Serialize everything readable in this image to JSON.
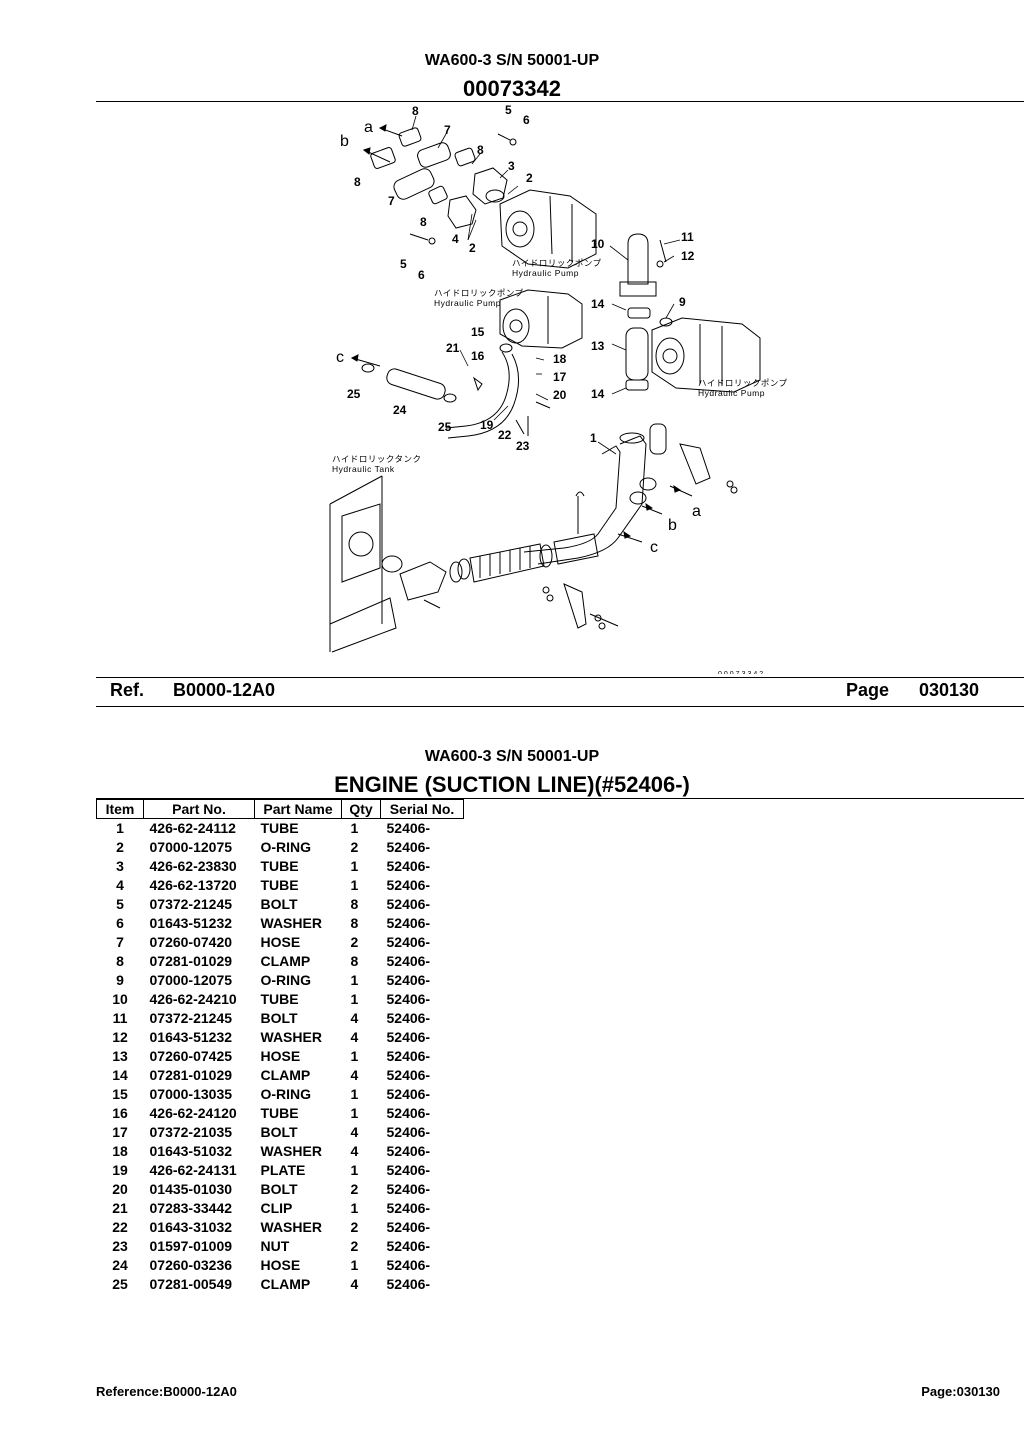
{
  "header": {
    "model": "WA600-3 S/N 50001-UP",
    "illustration_no": "00073342"
  },
  "diagram": {
    "caption_code": "00073342",
    "labels": [
      "1",
      "2",
      "2",
      "3",
      "4",
      "5",
      "5",
      "6",
      "6",
      "7",
      "7",
      "8",
      "8",
      "8",
      "8",
      "9",
      "10",
      "11",
      "12",
      "13",
      "14",
      "14",
      "15",
      "16",
      "17",
      "18",
      "19",
      "20",
      "21",
      "22",
      "23",
      "24",
      "25",
      "25"
    ],
    "letters": [
      "a",
      "b",
      "c",
      "a",
      "b",
      "c"
    ],
    "annotations": {
      "hydraulic_pump_jp": "ハイドロリックポンプ",
      "hydraulic_pump_en": "Hydraulic Pump",
      "hydraulic_tank_jp": "ハイドロリックタンク",
      "hydraulic_tank_en": "Hydraulic Tank"
    }
  },
  "ref_bar": {
    "ref_label": "Ref.",
    "ref_value": "B0000-12A0",
    "page_label": "Page",
    "page_value": "030130"
  },
  "section": {
    "model": "WA600-3 S/N 50001-UP",
    "title": "ENGINE (SUCTION LINE)(#52406-)"
  },
  "parts_table": {
    "headers": [
      "Item",
      "Part No.",
      "Part Name",
      "Qty",
      "Serial No."
    ],
    "rows": [
      [
        "1",
        "426-62-24112",
        "TUBE",
        "1",
        "52406-"
      ],
      [
        "2",
        "07000-12075",
        "O-RING",
        "2",
        "52406-"
      ],
      [
        "3",
        "426-62-23830",
        "TUBE",
        "1",
        "52406-"
      ],
      [
        "4",
        "426-62-13720",
        "TUBE",
        "1",
        "52406-"
      ],
      [
        "5",
        "07372-21245",
        "BOLT",
        "8",
        "52406-"
      ],
      [
        "6",
        "01643-51232",
        "WASHER",
        "8",
        "52406-"
      ],
      [
        "7",
        "07260-07420",
        "HOSE",
        "2",
        "52406-"
      ],
      [
        "8",
        "07281-01029",
        "CLAMP",
        "8",
        "52406-"
      ],
      [
        "9",
        "07000-12075",
        "O-RING",
        "1",
        "52406-"
      ],
      [
        "10",
        "426-62-24210",
        "TUBE",
        "1",
        "52406-"
      ],
      [
        "11",
        "07372-21245",
        "BOLT",
        "4",
        "52406-"
      ],
      [
        "12",
        "01643-51232",
        "WASHER",
        "4",
        "52406-"
      ],
      [
        "13",
        "07260-07425",
        "HOSE",
        "1",
        "52406-"
      ],
      [
        "14",
        "07281-01029",
        "CLAMP",
        "4",
        "52406-"
      ],
      [
        "15",
        "07000-13035",
        "O-RING",
        "1",
        "52406-"
      ],
      [
        "16",
        "426-62-24120",
        "TUBE",
        "1",
        "52406-"
      ],
      [
        "17",
        "07372-21035",
        "BOLT",
        "4",
        "52406-"
      ],
      [
        "18",
        "01643-51032",
        "WASHER",
        "4",
        "52406-"
      ],
      [
        "19",
        "426-62-24131",
        "PLATE",
        "1",
        "52406-"
      ],
      [
        "20",
        "01435-01030",
        "BOLT",
        "2",
        "52406-"
      ],
      [
        "21",
        "07283-33442",
        "CLIP",
        "1",
        "52406-"
      ],
      [
        "22",
        "01643-31032",
        "WASHER",
        "2",
        "52406-"
      ],
      [
        "23",
        "01597-01009",
        "NUT",
        "2",
        "52406-"
      ],
      [
        "24",
        "07260-03236",
        "HOSE",
        "1",
        "52406-"
      ],
      [
        "25",
        "07281-00549",
        "CLAMP",
        "4",
        "52406-"
      ]
    ]
  },
  "footer": {
    "reference": "Reference:B0000-12A0",
    "page": "Page:030130"
  }
}
